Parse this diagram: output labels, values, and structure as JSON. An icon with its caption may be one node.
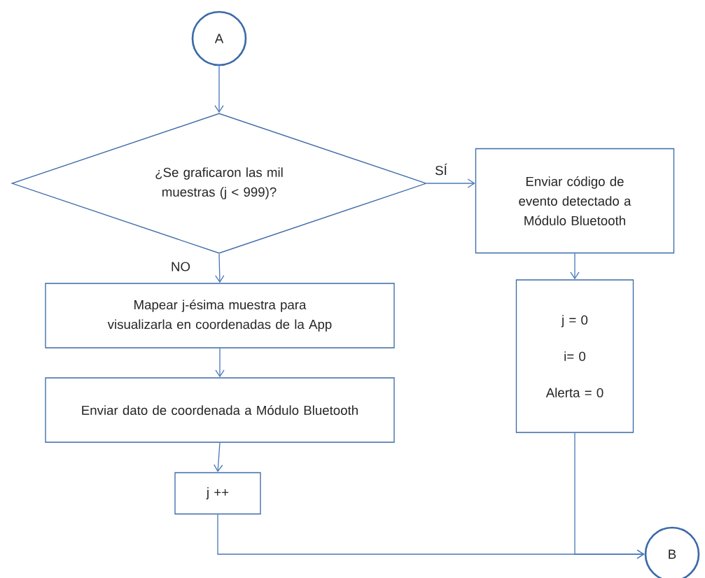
{
  "diagram": {
    "nodes": [
      {
        "text": [
          "A"
        ]
      },
      {
        "text": [
          "¿Se graficaron las mil muestras (j < 999)?"
        ]
      },
      {
        "text": [
          "Enviar código de evento detectado a Módulo Bluetooth"
        ]
      },
      {
        "text": [
          "Mapear j-ésima muestra para visualizarla en coordenadas de la App"
        ]
      },
      {
        "text": [
          "Enviar dato de coordenada a Módulo Bluetooth"
        ]
      },
      {
        "text": [
          "j ++"
        ]
      },
      {
        "text": [
          "j = 0",
          "i= 0",
          "Alerta = 0"
        ]
      },
      {
        "text": [
          "B"
        ]
      }
    ],
    "edges": [
      {
        "from": 0,
        "to": 1,
        "arrow": "to"
      },
      {
        "from": 1,
        "to": 2,
        "arrow": "to",
        "label": "SÍ"
      },
      {
        "from": 1,
        "to": 3,
        "arrow": "to",
        "label": "NO"
      },
      {
        "from": 3,
        "to": 4,
        "arrow": "to"
      },
      {
        "from": 4,
        "to": 5,
        "arrow": "to"
      },
      {
        "from": 2,
        "to": 6,
        "arrow": "to"
      },
      {
        "from": 5,
        "to": 7,
        "arrow": "to"
      },
      {
        "from": 6,
        "to": 7,
        "arrow": "to"
      }
    ]
  }
}
